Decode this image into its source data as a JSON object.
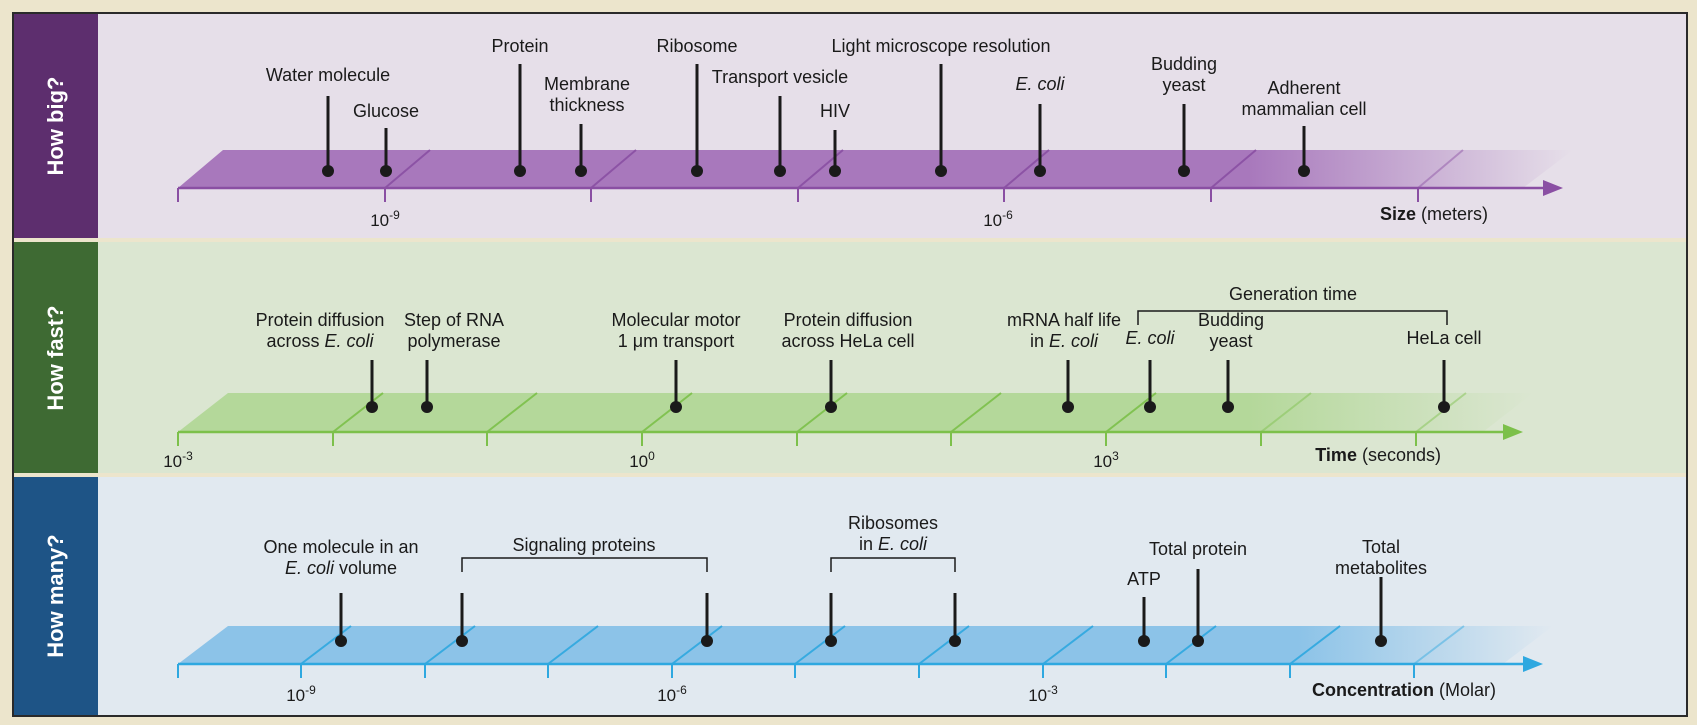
{
  "panels": {
    "size": {
      "side_label": "How big?",
      "axis_title": "Size",
      "axis_unit": "(meters)",
      "decades": [
        {
          "base": "10",
          "exp": "-9"
        },
        {
          "base": "10",
          "exp": "-6"
        }
      ],
      "items": [
        {
          "lines": [
            "Water molecule"
          ]
        },
        {
          "lines": [
            "Glucose"
          ]
        },
        {
          "lines": [
            "Protein"
          ]
        },
        {
          "lines": [
            "Membrane",
            "thickness"
          ]
        },
        {
          "lines": [
            "Ribosome"
          ]
        },
        {
          "lines": [
            "Transport vesicle"
          ]
        },
        {
          "lines": [
            "HIV"
          ]
        },
        {
          "lines": [
            "Light microscope resolution"
          ]
        },
        {
          "lines": [
            "E. coli"
          ],
          "italic": true
        },
        {
          "lines": [
            "Budding",
            "yeast"
          ]
        },
        {
          "lines": [
            "Adherent",
            "mammalian cell"
          ]
        }
      ]
    },
    "time": {
      "side_label": "How fast?",
      "axis_title": "Time",
      "axis_unit": "(seconds)",
      "decades": [
        {
          "base": "10",
          "exp": "-3"
        },
        {
          "base": "10",
          "exp": "0"
        },
        {
          "base": "10",
          "exp": "3"
        }
      ],
      "bracket_label": "Generation time",
      "items": [
        {
          "lines": [
            "Protein diffusion",
            "across E. coli"
          ]
        },
        {
          "lines": [
            "Step of RNA",
            "polymerase"
          ]
        },
        {
          "lines": [
            "Molecular motor",
            "1 μm transport"
          ]
        },
        {
          "lines": [
            "Protein diffusion",
            "across HeLa cell"
          ]
        },
        {
          "lines": [
            "mRNA half life",
            "in E. coli"
          ]
        },
        {
          "lines": [
            "E. coli"
          ],
          "italic": true
        },
        {
          "lines": [
            "Budding",
            "yeast"
          ]
        },
        {
          "lines": [
            "HeLa cell"
          ]
        }
      ]
    },
    "conc": {
      "side_label": "How many?",
      "axis_title": "Concentration",
      "axis_unit": "(Molar)",
      "decades": [
        {
          "base": "10",
          "exp": "-9"
        },
        {
          "base": "10",
          "exp": "-6"
        },
        {
          "base": "10",
          "exp": "-3"
        }
      ],
      "items": [
        {
          "lines": [
            "One molecule in an",
            "E. coli volume"
          ]
        },
        {
          "lines": [
            "Signaling proteins"
          ]
        },
        {
          "lines": [
            "Ribosomes",
            "in E. coli"
          ]
        },
        {
          "lines": [
            "ATP"
          ]
        },
        {
          "lines": [
            "Total protein"
          ]
        },
        {
          "lines": [
            "Total",
            "metabolites"
          ]
        }
      ]
    }
  },
  "colors": {
    "size_side": "#5d2e6e",
    "size_bg": "#e6dfe9",
    "size_band": "#a878bc",
    "size_axis": "#8a4fa3",
    "time_side": "#3e6a33",
    "time_bg": "#dbe6d1",
    "time_band": "#b4d89a",
    "time_axis": "#7cc04a",
    "conc_side": "#1e5486",
    "conc_bg": "#e1e9f0",
    "conc_band": "#8cc3e8",
    "conc_axis": "#2ea8e0"
  }
}
